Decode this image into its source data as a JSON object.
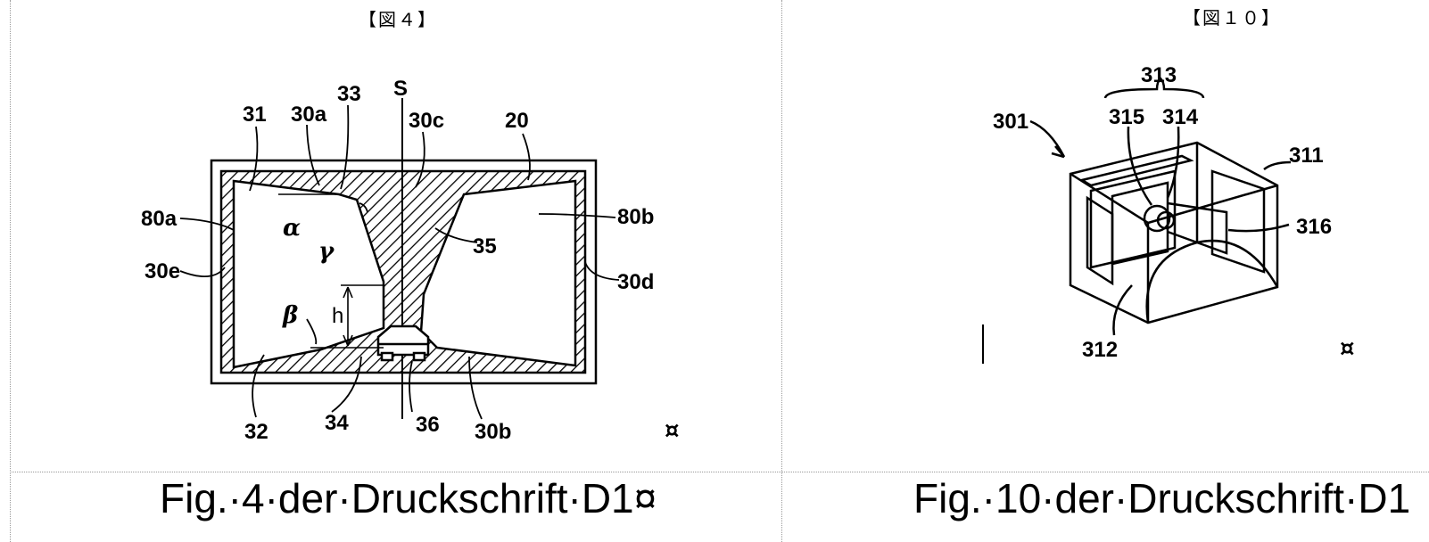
{
  "left_cell": {
    "figure_tag": "【図４】",
    "caption": "Fig.·4·der·Druckschrift·D1¤",
    "cell_mark": "¤",
    "labels": {
      "s": "S",
      "l31": "31",
      "l30a": "30a",
      "l33": "33",
      "l30c": "30c",
      "l20": "20",
      "l80a": "80a",
      "l80b": "80b",
      "alpha": "α",
      "gamma": "γ",
      "l35": "35",
      "l30e": "30e",
      "l30d": "30d",
      "beta": "β",
      "h": "h",
      "l32": "32",
      "l34": "34",
      "l36": "36",
      "l30b": "30b"
    }
  },
  "right_cell": {
    "figure_tag": "【図１０】",
    "caption": "Fig.·10·der·Druckschrift·D1",
    "cell_mark": "¤",
    "labels": {
      "l313": "313",
      "l301": "301",
      "l315": "315",
      "l314": "314",
      "l311": "311",
      "l316": "316",
      "l312": "312"
    }
  }
}
